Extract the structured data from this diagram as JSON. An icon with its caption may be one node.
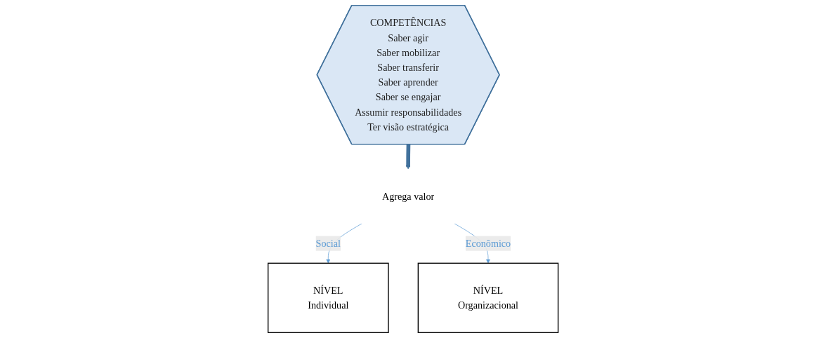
{
  "diagram": {
    "nodes": [
      {
        "text": [
          "NÍVEL",
          "Individual"
        ]
      },
      {
        "text": [
          "COMPETÊNCIAS",
          "Saber agir",
          "Saber mobilizar",
          "Saber transferir",
          "Saber aprender",
          "Saber se engajar",
          "Assumir responsabilidades",
          "Ter visão estratégica"
        ]
      },
      {
        "text": [
          "NÍVEL",
          "Organizacional"
        ]
      },
      {
        "text": [
          "Agrega valor"
        ]
      }
    ],
    "edges": [
      {
        "from": 1,
        "to": 3,
        "arrow": "to",
        "style": "thick",
        "color": "#41719c"
      },
      {
        "from": 3,
        "to": 0,
        "arrow": "to",
        "label": "Social",
        "color": "#5b9bd5"
      },
      {
        "from": 3,
        "to": 2,
        "arrow": "to",
        "label": "Econômico",
        "color": "#5b9bd5"
      }
    ]
  }
}
